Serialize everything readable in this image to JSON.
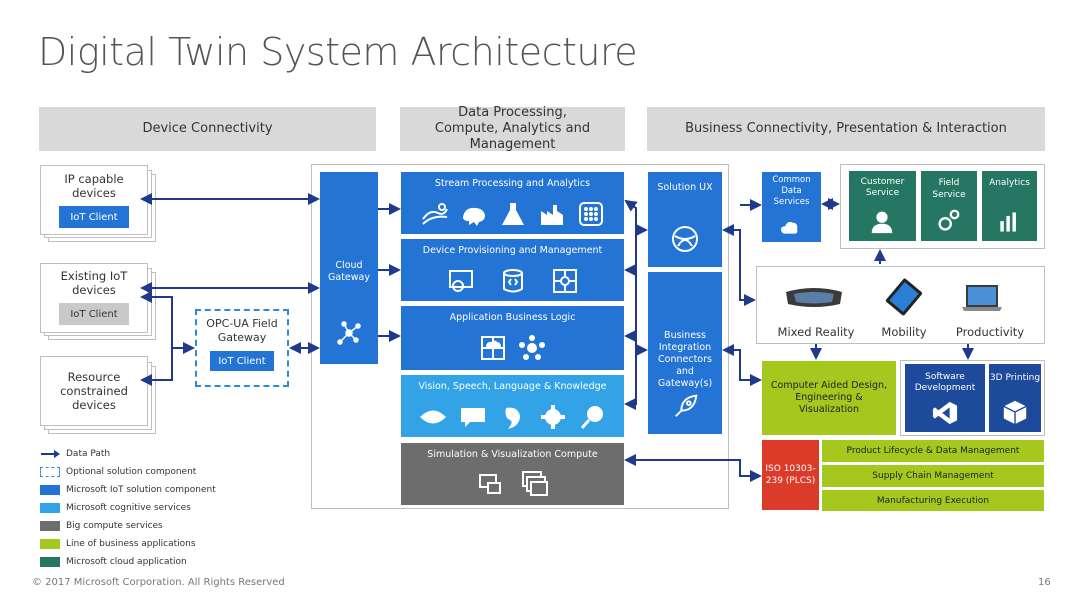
{
  "title": "Digital Twin System Architecture",
  "headers": {
    "device": "Device Connectivity",
    "processing": "Data Processing, Compute, Analytics and Management",
    "business": "Business Connectivity, Presentation & Interaction"
  },
  "devices": {
    "ip": {
      "label": "IP capable devices",
      "client": "IoT Client"
    },
    "existing": {
      "label": "Existing IoT devices",
      "client": "IoT Client"
    },
    "resource": {
      "label": "Resource constrained devices"
    }
  },
  "opc": {
    "label": "OPC-UA Field Gateway",
    "client": "IoT Client"
  },
  "cloud_gateway": "Cloud Gateway",
  "processing": {
    "stream": "Stream Processing and Analytics",
    "provisioning": "Device Provisioning and Management",
    "logic": "Application Business Logic",
    "vision": "Vision, Speech, Language & Knowledge",
    "simulation": "Simulation & Visualization Compute"
  },
  "solution_ux": "Solution UX",
  "business_integration": "Business Integration Connectors and Gateway(s)",
  "common_data": "Common Data Services",
  "apps": {
    "customer": "Customer Service",
    "field": "Field Service",
    "analytics": "Analytics"
  },
  "devices_row": {
    "mixed": "Mixed Reality",
    "mobility": "Mobility",
    "productivity": "Productivity"
  },
  "cad": "Computer Aided Design, Engineering & Visualization",
  "software": "Software Development",
  "printing": "3D Printing",
  "iso": "ISO 10303-239 (PLCS)",
  "lob": {
    "plm": "Product Lifecycle & Data Management",
    "scm": "Supply Chain Management",
    "mes": "Manufacturing Execution"
  },
  "legend": [
    {
      "label": "Data Path"
    },
    {
      "label": "Optional solution component"
    },
    {
      "label": "Microsoft IoT solution component",
      "color": "#2374d4"
    },
    {
      "label": "Microsoft cognitive services",
      "color": "#33a3e7"
    },
    {
      "label": "Big compute services",
      "color": "#6d6d6d"
    },
    {
      "label": "Line of business applications",
      "color": "#a4c81e"
    },
    {
      "label": "Microsoft cloud application",
      "color": "#267762"
    }
  ],
  "footer": {
    "copyright": "© 2017 Microsoft Corporation. All Rights Reserved",
    "page": "16"
  },
  "colors": {
    "iot": "#2374d4",
    "cognitive": "#33a3e7",
    "compute": "#6d6d6d",
    "lob": "#a4c81e",
    "cloud_app": "#267762",
    "arrow": "#1f3a8a"
  }
}
